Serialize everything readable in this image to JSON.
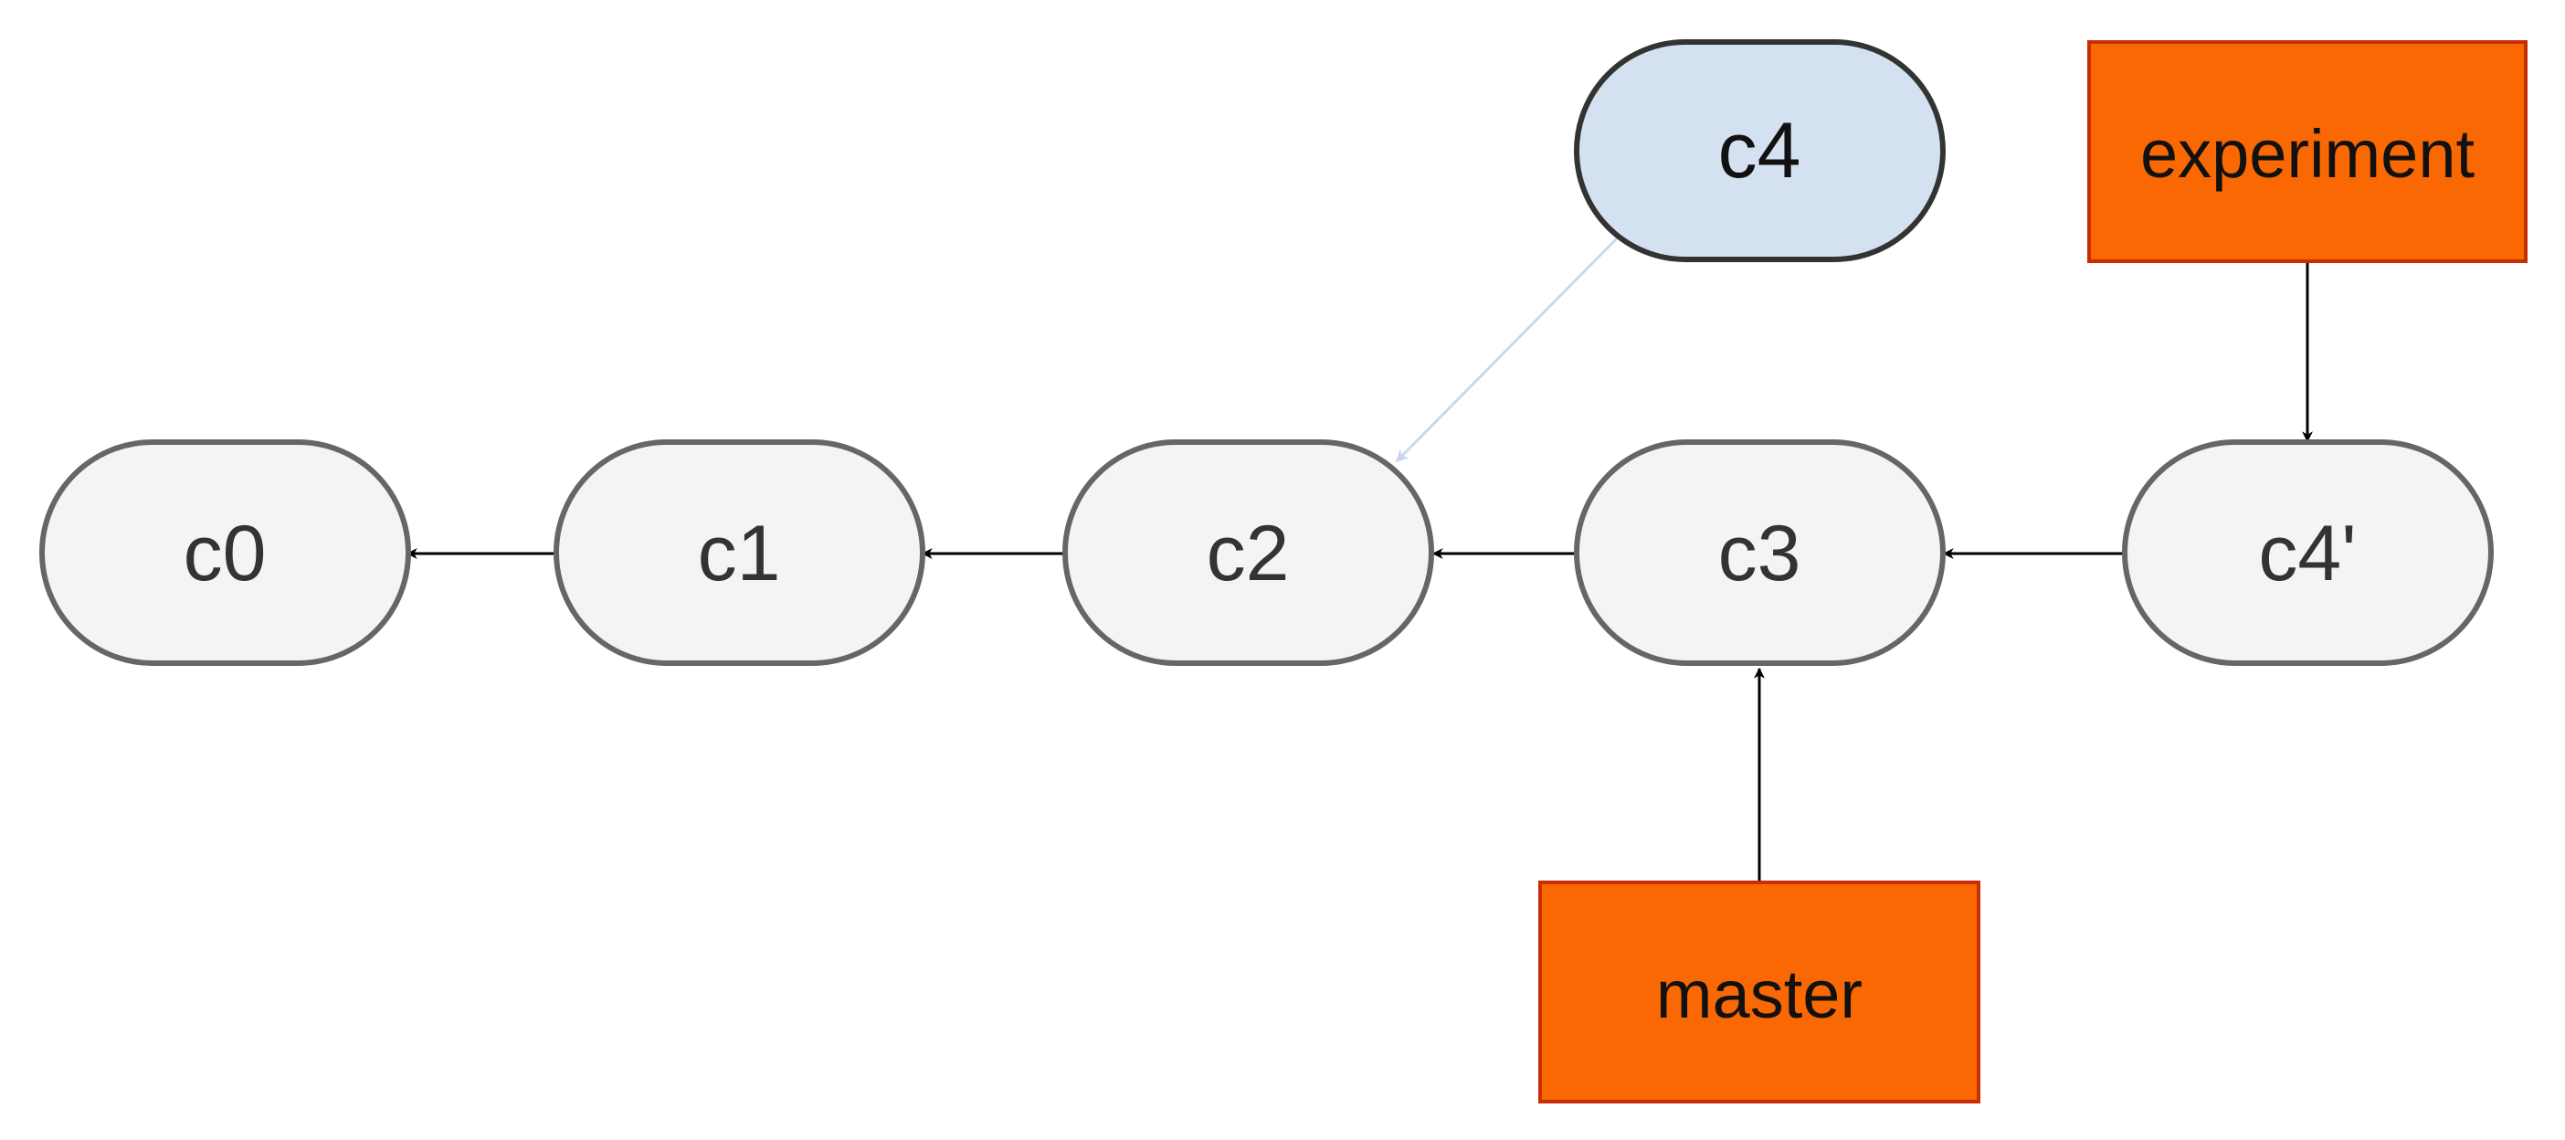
{
  "diagram": {
    "commits": [
      {
        "id": "c0",
        "label": "c0",
        "fill": "#f4f4f4",
        "stroke": "#666666"
      },
      {
        "id": "c1",
        "label": "c1",
        "fill": "#f4f4f4",
        "stroke": "#666666"
      },
      {
        "id": "c2",
        "label": "c2",
        "fill": "#f4f4f4",
        "stroke": "#666666"
      },
      {
        "id": "c3",
        "label": "c3",
        "fill": "#f4f4f4",
        "stroke": "#666666"
      },
      {
        "id": "c4_prime",
        "label": "c4'",
        "fill": "#f4f4f4",
        "stroke": "#666666"
      },
      {
        "id": "c4",
        "label": "c4",
        "fill": "#d4e1f0",
        "stroke": "#333333"
      }
    ],
    "branches": [
      {
        "id": "experiment",
        "label": "experiment",
        "fill": "#f96802",
        "stroke": "#c62f05"
      },
      {
        "id": "master",
        "label": "master",
        "fill": "#f96802",
        "stroke": "#c62f05"
      }
    ],
    "edges": [
      {
        "from": "c1",
        "to": "c0",
        "color": "#000000"
      },
      {
        "from": "c2",
        "to": "c1",
        "color": "#000000"
      },
      {
        "from": "c3",
        "to": "c2",
        "color": "#000000"
      },
      {
        "from": "c4_prime",
        "to": "c3",
        "color": "#000000"
      },
      {
        "from": "c4",
        "to": "c2",
        "color": "#c8d8ea"
      },
      {
        "from": "experiment",
        "to": "c4_prime",
        "color": "#000000"
      },
      {
        "from": "master",
        "to": "c3",
        "color": "#000000"
      }
    ]
  }
}
